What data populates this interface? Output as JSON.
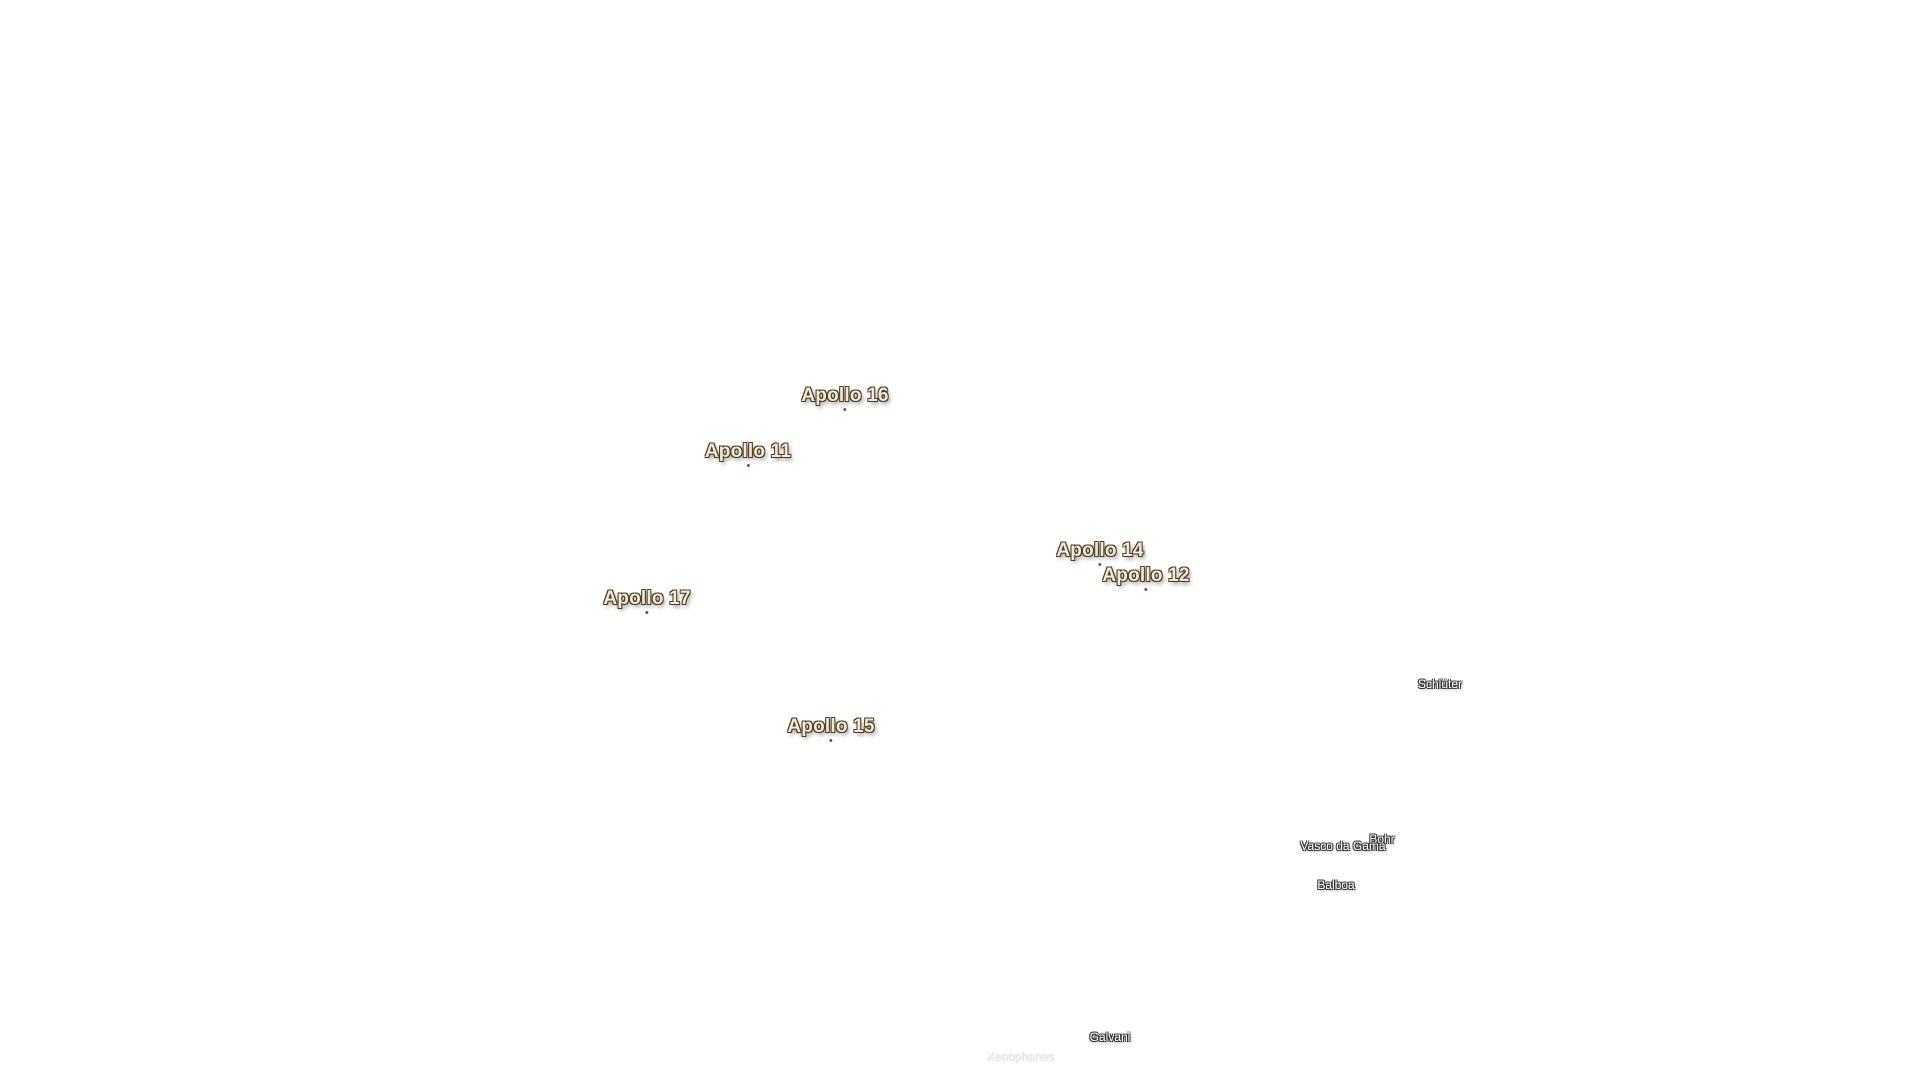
{
  "map": {
    "landing_sites": [
      {
        "id": "apollo-16",
        "label": "Apollo 16"
      },
      {
        "id": "apollo-11",
        "label": "Apollo 11"
      },
      {
        "id": "apollo-14",
        "label": "Apollo 14"
      },
      {
        "id": "apollo-12",
        "label": "Apollo 12"
      },
      {
        "id": "apollo-17",
        "label": "Apollo 17"
      },
      {
        "id": "apollo-15",
        "label": "Apollo 15"
      }
    ],
    "craters": [
      {
        "id": "schluter",
        "label": "Schlüter"
      },
      {
        "id": "bohr",
        "label": "Bohr"
      },
      {
        "id": "vasco-da-gama",
        "label": "Vasco da Gama"
      },
      {
        "id": "balboa",
        "label": "Balboa"
      },
      {
        "id": "galvani",
        "label": "Galvani"
      },
      {
        "id": "xenophanes",
        "label": "Xenophanes"
      }
    ],
    "colors": {
      "background": "#ffffff",
      "apollo_label": "#f2ead8",
      "apollo_outline": "#4a3b22",
      "crater_label": "#ffffff"
    }
  }
}
